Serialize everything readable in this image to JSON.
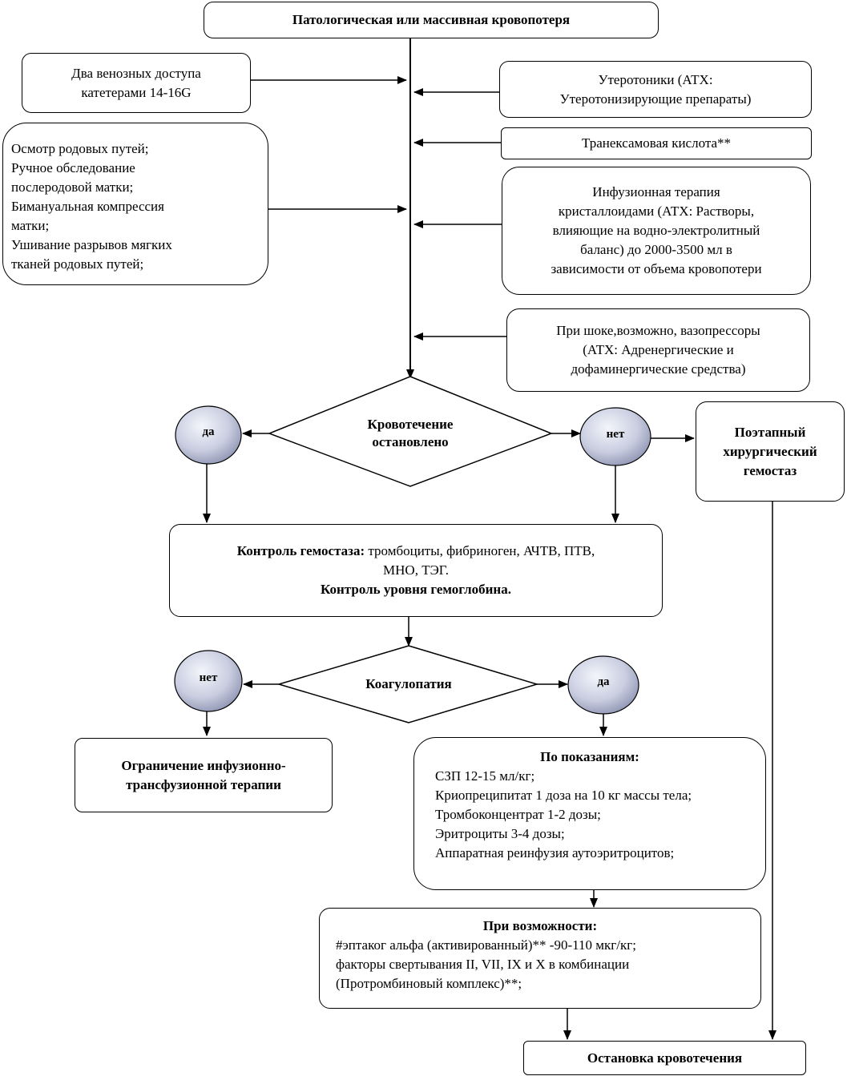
{
  "start": {
    "title": "Патологическая или массивная кровопотеря"
  },
  "left_actions": {
    "venous_access": [
      "Два венозных доступа",
      "катетерами 14-16G"
    ],
    "procedures": [
      "Осмотр родовых путей;",
      "Ручное обследование",
      "послеродовой матки;",
      "Бимануальная компрессия",
      "матки;",
      "Ушивание разрывов мягких",
      "тканей родовых путей;"
    ]
  },
  "right_actions": {
    "uterotonics": [
      "Утеротоники (АТХ:",
      "Утеротонизирующие препараты)"
    ],
    "tranexamic": "Транексамовая кислота**",
    "infusion": [
      "Инфузионная терапия",
      "кристаллоидами (АТХ: Растворы,",
      "влияющие на водно-электролитный",
      "баланс) до 2000-3500 мл в",
      "зависимости от объема кровопотери"
    ],
    "vasopressors": [
      "При шоке,возможно, вазопрессоры",
      "(АТХ: Адренергические и",
      "дофаминергические средства)"
    ]
  },
  "decision1": {
    "text": [
      "Кровотечение",
      "остановлено"
    ],
    "yes": "да",
    "no": "нет"
  },
  "surgical": {
    "text": [
      "Поэтапный",
      "хирургический",
      "гемостаз"
    ]
  },
  "control": {
    "line1_bold": "Контроль гемостаза:",
    "line1_rest": " тромбоциты, фибриноген, АЧТВ, ПТВ,",
    "line2": "МНО, ТЭГ.",
    "line3_bold": "Контроль уровня гемоглобина."
  },
  "decision2": {
    "text": "Коагулопатия",
    "no": "нет",
    "yes": "да"
  },
  "limit": {
    "text": [
      "Ограничение инфузионно-",
      "трансфузионной терапии"
    ]
  },
  "indications": {
    "title": "По показаниям:",
    "items": [
      "СЗП 12-15 мл/кг;",
      "Криопреципитат 1 доза на 10 кг массы тела;",
      "Тромбоконцентрат 1-2 дозы;",
      "Эритроциты 3-4 дозы;",
      "Аппаратная реинфузия аутоэритроцитов;"
    ]
  },
  "possible": {
    "title": "При возможности:",
    "items": [
      "#эптаког альфа (активированный)** -90-110 мкг/кг;",
      "факторы свертывания II, VII, IX и X в комбинации",
      "(Протромбиновый комплекс)**;"
    ]
  },
  "end": {
    "title": "Остановка кровотечения"
  },
  "colors": {
    "oval_fill_light": "#eef0f7",
    "oval_fill_dark": "#9aa1bb",
    "stroke": "#000000"
  }
}
